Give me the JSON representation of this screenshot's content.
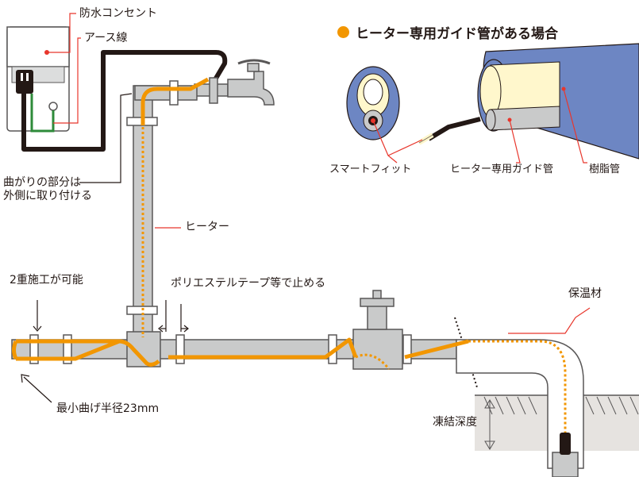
{
  "labels": {
    "waterproof_outlet": "防水コンセント",
    "ground_wire": "アース線",
    "bend_note_line1": "曲がりの部分は",
    "bend_note_line2": "外側に取り付ける",
    "heater": "ヒーター",
    "double_install": "2重施工が可能",
    "tape_note": "ポリエステルテープ等で止める",
    "min_bend_radius": "最小曲げ半径23mm",
    "insulation": "保温材",
    "frost_depth": "凍結深度"
  },
  "inset": {
    "title": "ヒーター専用ガイド管がある場合",
    "smart_fit": "スマートフィット",
    "guide_pipe": "ヒーター専用ガイド管",
    "resin_pipe": "樹脂管"
  },
  "colors": {
    "accent_orange": "#f29600",
    "pipe_gray": "#c9caca",
    "pipe_outline": "#595757",
    "resin_blue": "#6d86c3",
    "green_wire": "#2e8b3a",
    "leader_red": "#e8362c"
  }
}
